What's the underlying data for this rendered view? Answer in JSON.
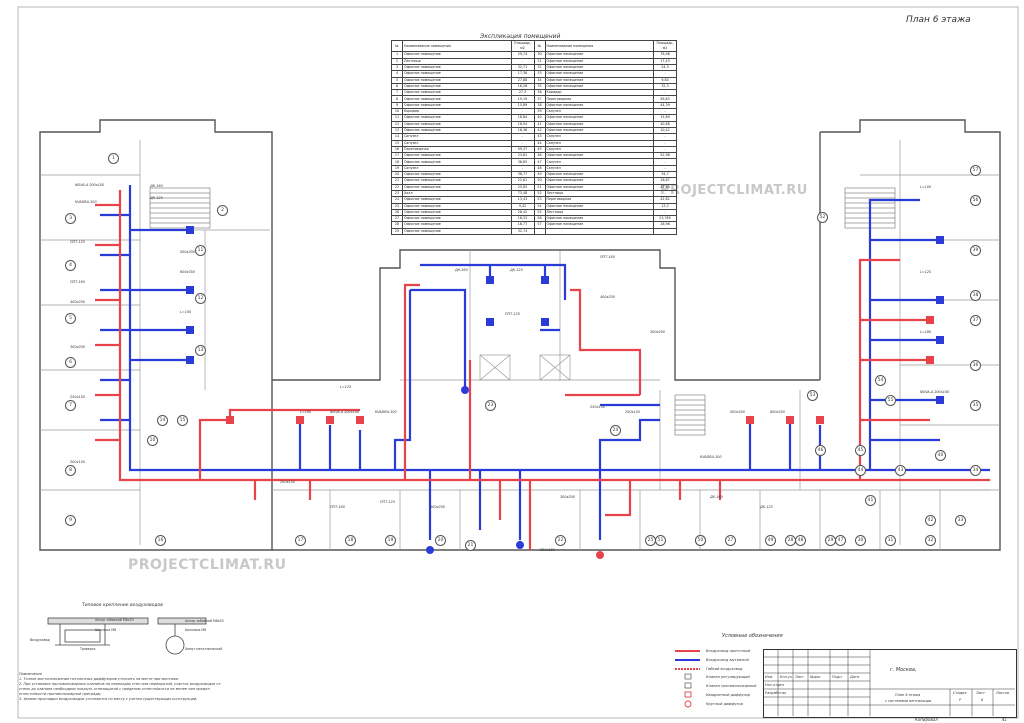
{
  "sheet": {
    "title": "План 6 этажа",
    "page_number": "41",
    "format_label": "Копировал"
  },
  "watermarks": [
    "PROJECTCLIMAT.RU",
    "PROJECTCLIMAT.RU"
  ],
  "explication": {
    "title": "Экспликация помещений",
    "headers": [
      "№",
      "Наименование помещения",
      "Площадь, м2",
      "№",
      "Наименование помещения",
      "Площадь, м2"
    ],
    "rows": [
      [
        "1",
        "Офисное помещение",
        "29,74",
        "30",
        "Офисное помещение",
        "78,96"
      ],
      [
        "2",
        "Лестница",
        "-",
        "31",
        "Офисное помещение",
        "17,43"
      ],
      [
        "3",
        "Офисное помещение",
        "32,71",
        "32",
        "Офисное помещение",
        "24,3"
      ],
      [
        "4",
        "Офисное помещение",
        "17,38",
        "33",
        "Офисное помещение",
        "-"
      ],
      [
        "5",
        "Офисное помещение",
        "27,88",
        "34",
        "Офисное помещение",
        "9,84"
      ],
      [
        "6",
        "Офисное помещение",
        "16,26",
        "35",
        "Офисное помещение",
        "32,3"
      ],
      [
        "7",
        "Офисное помещение",
        "27,3",
        "36",
        "Коридор",
        "-"
      ],
      [
        "8",
        "Офисное помещение",
        "19,19",
        "37",
        "Переговорная",
        "58,63"
      ],
      [
        "9",
        "Офисное помещение",
        "15,89",
        "38",
        "Офисное помещение",
        "44,39"
      ],
      [
        "10",
        "Коридор",
        "-",
        "39",
        "Санузел",
        "-"
      ],
      [
        "11",
        "Офисное помещение",
        "18,84",
        "40",
        "Офисное помещение",
        "15,89"
      ],
      [
        "12",
        "Офисное помещение",
        "18,94",
        "41",
        "Офисное помещение",
        "40,88"
      ],
      [
        "13",
        "Офисное помещение",
        "16,36",
        "42",
        "Офисное помещение",
        "10,42"
      ],
      [
        "14",
        "Санузел",
        "-",
        "43",
        "Санузел",
        "-"
      ],
      [
        "15",
        "Санузел",
        "-",
        "44",
        "Санузел",
        "-"
      ],
      [
        "16",
        "Переговорная",
        "59,37",
        "45",
        "Санузел",
        "-"
      ],
      [
        "17",
        "Офисное помещение",
        "23,61",
        "46",
        "Офисное помещение",
        "52,96"
      ],
      [
        "18",
        "Офисное помещение",
        "36,85",
        "47",
        "Санузел",
        "-"
      ],
      [
        "19",
        "Санузел",
        "-",
        "48",
        "Санузел",
        "-"
      ],
      [
        "20",
        "Офисное помещение",
        "38,77",
        "49",
        "Офисное помещение",
        "34,7"
      ],
      [
        "21",
        "Офисное помещение",
        "22,61",
        "50",
        "Офисное помещение",
        "16,87"
      ],
      [
        "22",
        "Офисное помещение",
        "25,83",
        "51",
        "Офисное помещение",
        "47,43"
      ],
      [
        "23",
        "Холл",
        "73,48",
        "52",
        "Лестница",
        "-"
      ],
      [
        "24",
        "Офисное помещение",
        "13,43",
        "53",
        "Переговорная",
        "42,82"
      ],
      [
        "25",
        "Офисное помещение",
        "9,42",
        "54",
        "Офисное помещение",
        "13,2"
      ],
      [
        "26",
        "Офисное помещение",
        "26,42",
        "55",
        "Лестница",
        "-"
      ],
      [
        "27",
        "Офисное помещение",
        "16,53",
        "56",
        "Офисное помещение",
        "23,789"
      ],
      [
        "28",
        "Офисное помещение",
        "16,77",
        "57",
        "Офисное помещение",
        "16,96"
      ],
      [
        "29",
        "Офисное помещение",
        "32,74",
        "",
        "",
        ""
      ]
    ]
  },
  "rooms": [
    "1",
    "2",
    "3",
    "4",
    "5",
    "6",
    "7",
    "8",
    "9",
    "10",
    "11",
    "12",
    "13",
    "14",
    "15",
    "16",
    "17",
    "18",
    "19",
    "20",
    "21",
    "22",
    "23",
    "24",
    "25",
    "26",
    "27",
    "28",
    "29",
    "30",
    "31",
    "32",
    "33",
    "34",
    "35",
    "36",
    "37",
    "38",
    "39",
    "40",
    "41",
    "42",
    "43",
    "44",
    "45",
    "46",
    "47",
    "48",
    "49",
    "50",
    "51",
    "52",
    "53",
    "54",
    "55",
    "56",
    "57"
  ],
  "duct_labels": [
    "NOVA-A 200x100",
    "KVADRA-300",
    "ДК-160",
    "ДК-125",
    "ППТ-125",
    "ППТ-160",
    "400x250",
    "300x200",
    "250x150",
    "200x150",
    "500x300",
    "600x350",
    "L=100",
    "L=125",
    "L=160"
  ],
  "mounting": {
    "title": "Типовое крепление воздуховодов",
    "labels": [
      "Анкер забивной М8x30",
      "Шпилька М8",
      "Воздуховод",
      "Траверса",
      "Анкер забивной М8x30",
      "Шпилька М8",
      "Хомут металлический"
    ]
  },
  "notes": {
    "heading": "Примечания",
    "lines": [
      "1. Точное местоположение потолочных диффузоров уточнить на месте при монтаже.",
      "2. При установке противопожарных клапанов на переходах стен или перекрытий, участок воздуховодов от",
      "стены до клапана необходимо покрыть огнезащитой с пределом огнестойкости не менее чем предел",
      "огнестойкости противопожарной преграды.",
      "3. Уровни прокладки воздуховодов уточняются по месту с учетом существующих конструкций."
    ]
  },
  "legend": {
    "title": "Условные обозначения",
    "items": [
      {
        "label": "Воздуховод приточный",
        "color": "#e8434a"
      },
      {
        "label": "Воздуховод вытяжной",
        "color": "#2b3bd8"
      },
      {
        "label": "Гибкий воздуховод",
        "color": "#e8434a"
      },
      {
        "label": "Клапан регулирующий",
        "color": "#555555"
      },
      {
        "label": "Клапан противопожарный",
        "color": "#555555"
      },
      {
        "label": "Квадратный диффузор",
        "color": "#e8434a"
      },
      {
        "label": "Круглый диффузор",
        "color": "#e8434a"
      }
    ]
  },
  "title_block": {
    "city": "г. Москва,",
    "drawing_name_1": "План 6 этажа",
    "drawing_name_2": "с системами вентиляции",
    "col_stage": "Стадия",
    "col_sheet": "Лист",
    "col_sheets": "Листов",
    "stage": "Р",
    "sheet": "6",
    "left_labels": [
      "Изм.",
      "Кол.уч.",
      "Лист",
      "№док.",
      "Подп.",
      "Дата",
      "Нач.отдел",
      "Разработал"
    ]
  },
  "colors": {
    "supply": "#e8434a",
    "exhaust": "#2b3bd8",
    "wall": "#555555",
    "light_wall": "#9a9a9a"
  }
}
